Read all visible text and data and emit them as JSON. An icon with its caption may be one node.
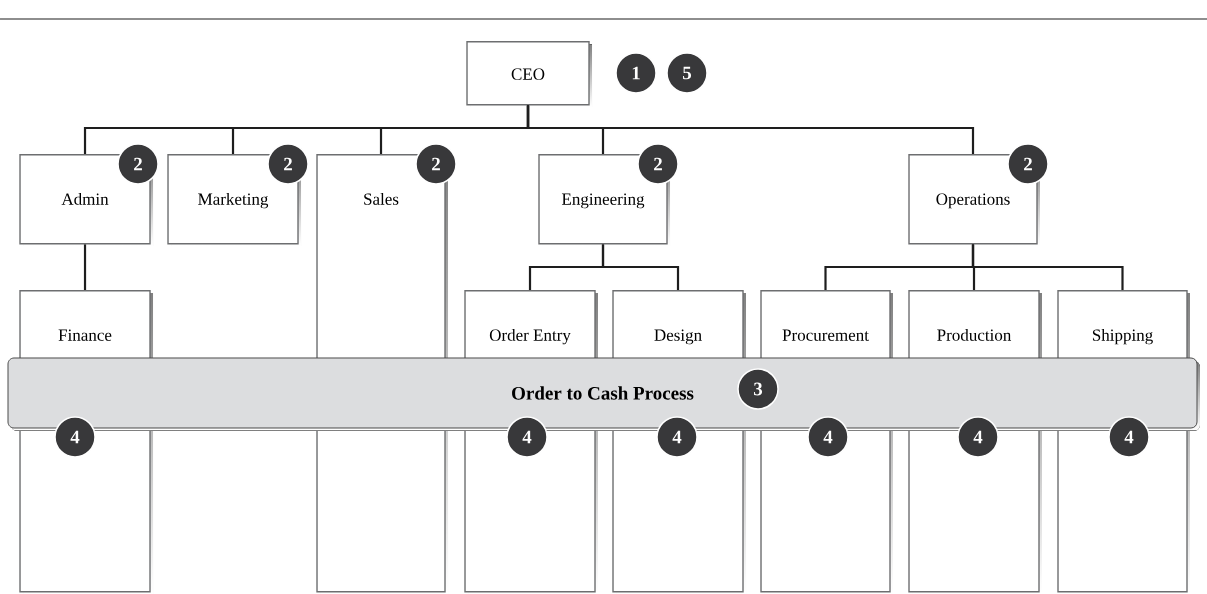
{
  "diagram": {
    "nodes": [
      {
        "text": [
          "CEO"
        ]
      },
      {
        "text": [
          "Admin"
        ]
      },
      {
        "text": [
          "Marketing"
        ]
      },
      {
        "text": [
          "Sales"
        ]
      },
      {
        "text": [
          "Engineering"
        ]
      },
      {
        "text": [
          "Operations"
        ]
      },
      {
        "text": [
          "Finance"
        ]
      },
      {
        "text": [
          "Order Entry"
        ]
      },
      {
        "text": [
          "Design"
        ]
      },
      {
        "text": [
          "Procurement"
        ]
      },
      {
        "text": [
          "Production"
        ]
      },
      {
        "text": [
          "Shipping"
        ]
      },
      {
        "text": [
          "Order to Cash Process"
        ]
      }
    ],
    "edges": [
      {
        "from": 0,
        "to": 1,
        "arrow": "none"
      },
      {
        "from": 0,
        "to": 2,
        "arrow": "none"
      },
      {
        "from": 0,
        "to": 3,
        "arrow": "none"
      },
      {
        "from": 0,
        "to": 4,
        "arrow": "none"
      },
      {
        "from": 0,
        "to": 5,
        "arrow": "none"
      },
      {
        "from": 1,
        "to": 6,
        "arrow": "none"
      },
      {
        "from": 4,
        "to": 7,
        "arrow": "none"
      },
      {
        "from": 4,
        "to": 8,
        "arrow": "none"
      },
      {
        "from": 5,
        "to": 9,
        "arrow": "none"
      },
      {
        "from": 5,
        "to": 10,
        "arrow": "none"
      },
      {
        "from": 5,
        "to": 11,
        "arrow": "none"
      }
    ],
    "labels": [
      "1",
      "5",
      "2",
      "2",
      "2",
      "2",
      "2",
      "3",
      "4",
      "4",
      "4",
      "4",
      "4",
      "4"
    ]
  }
}
